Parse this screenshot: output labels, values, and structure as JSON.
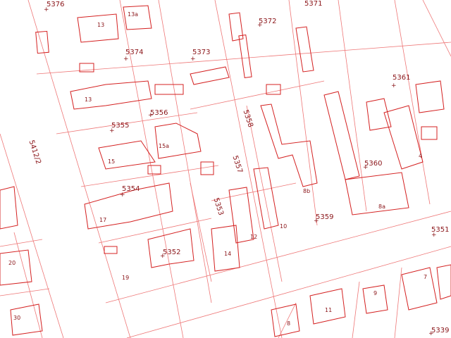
{
  "map": {
    "line_color": "#e04040",
    "building_color": "#d42020",
    "label_color": "#8a1418",
    "background": "#ffffff"
  },
  "parcels": {
    "p5376": "5376",
    "p5371": "5371",
    "p5372": "5372",
    "p5374": "5374",
    "p5373": "5373",
    "p5361": "5361",
    "p5356": "5356",
    "p5358": "5358",
    "p5355": "5355",
    "p5412_2": "5412/2",
    "p5357": "5357",
    "p5360": "5360",
    "p5354": "5354",
    "p5353": "5353",
    "p5359": "5359",
    "p5351": "5351",
    "p5352": "5352",
    "p5339": "5339"
  },
  "house_numbers": {
    "h13_top": "13",
    "h13a": "13a",
    "h13_mid": "13",
    "h15a": "15a",
    "h15": "15",
    "h17": "17",
    "h19": "19",
    "h14": "14",
    "h12": "12",
    "h10": "10",
    "h8b": "8b",
    "h8a": "8a",
    "h4": "4",
    "h20": "20",
    "h30": "30",
    "h11": "11",
    "h9": "9",
    "h8_low": "8",
    "h7": "7"
  }
}
